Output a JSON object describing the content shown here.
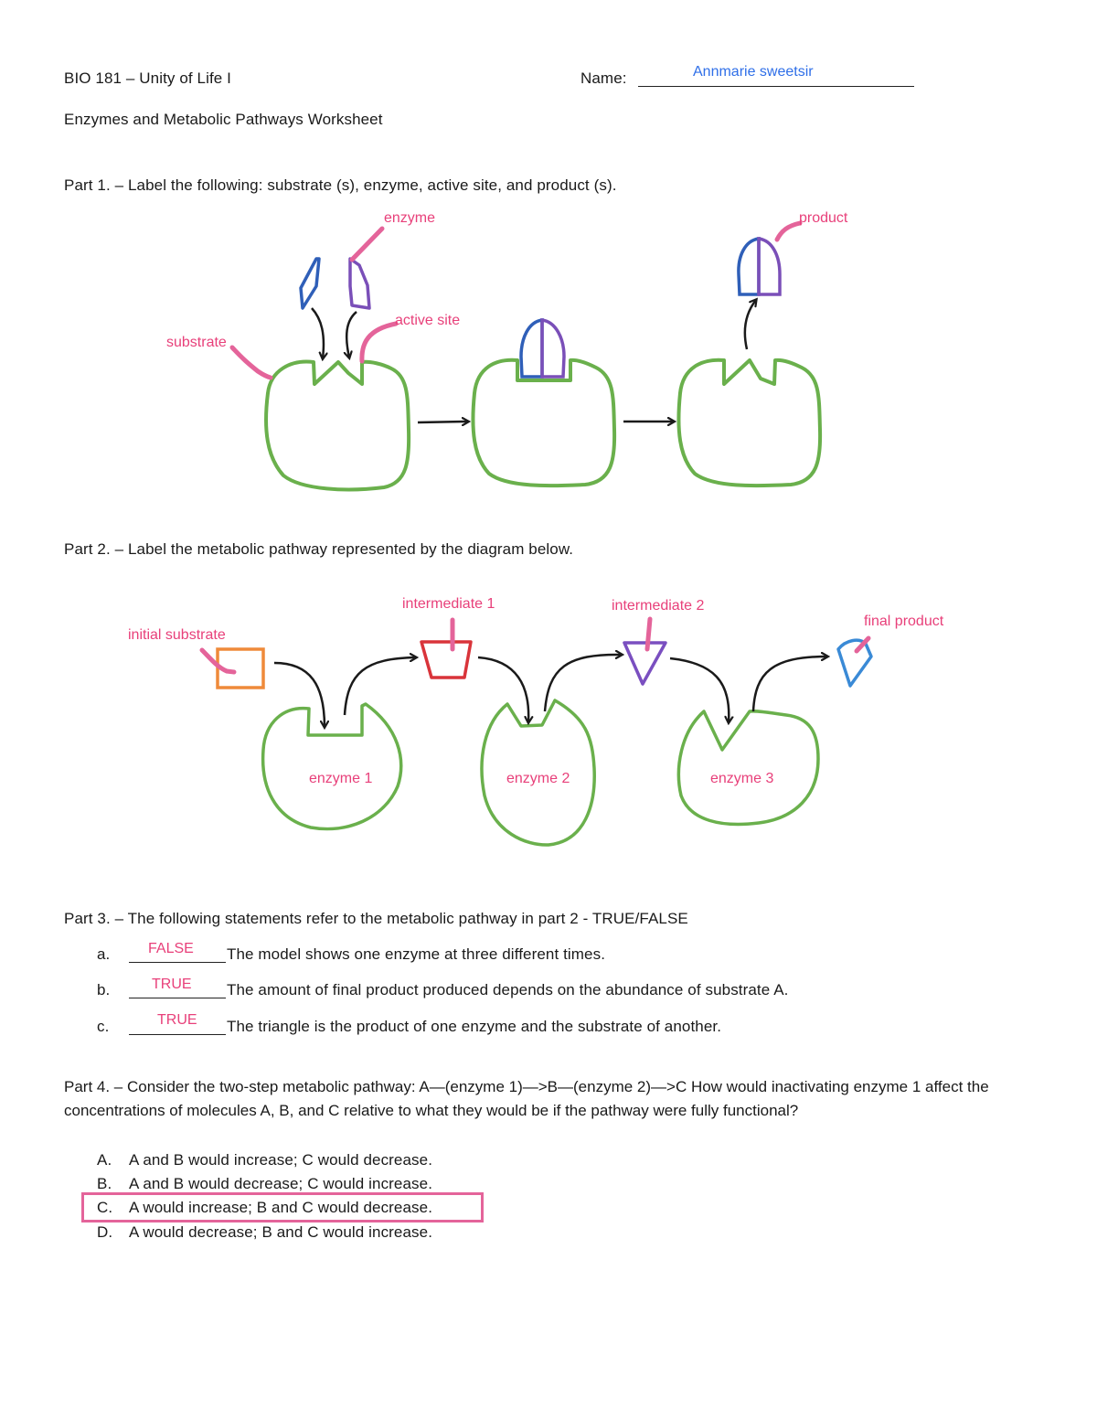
{
  "header": {
    "course": "BIO 181 – Unity of Life I",
    "name_label": "Name:",
    "name_value": "Annmarie sweetsir",
    "worksheet_title": "Enzymes and Metabolic Pathways Worksheet"
  },
  "part1": {
    "prompt": "Part 1. – Label the following: substrate (s), enzyme, active site, and product (s).",
    "labels": {
      "enzyme": "enzyme",
      "active_site": "active site",
      "substrate": "substrate",
      "product": "product"
    }
  },
  "part2": {
    "prompt": "Part 2. – Label the metabolic pathway represented by the diagram below.",
    "labels": {
      "initial_substrate": "initial substrate",
      "intermediate_1": "intermediate 1",
      "intermediate_2": "intermediate 2",
      "final_product": "final product",
      "enzyme_1": "enzyme 1",
      "enzyme_2": "enzyme 2",
      "enzyme_3": "enzyme 3"
    }
  },
  "part3": {
    "prompt": "Part 3. – The following statements refer to the metabolic pathway in part 2 - TRUE/FALSE",
    "items": [
      {
        "letter": "a.",
        "answer": "FALSE",
        "statement": "The model shows one enzyme at three different times."
      },
      {
        "letter": "b.",
        "answer": "TRUE",
        "statement": "The amount of final product produced depends on the abundance of substrate A."
      },
      {
        "letter": "c.",
        "answer": "TRUE",
        "statement": "The triangle is the product of one enzyme and the substrate of another."
      }
    ]
  },
  "part4": {
    "prompt": "Part 4. – Consider the two-step metabolic pathway: A—(enzyme 1)—>B—(enzyme 2)—>C How would inactivating enzyme 1 affect the concentrations of molecules A, B, and C relative to what they would be if the pathway were fully functional?",
    "options": [
      {
        "letter": "A.",
        "text": "A and B would increase; C would decrease."
      },
      {
        "letter": "B.",
        "text": "A and B would decrease; C would increase."
      },
      {
        "letter": "C.",
        "text": "A would increase; B and C would decrease."
      },
      {
        "letter": "D.",
        "text": "A would decrease; B and C would increase."
      }
    ],
    "selected": "C."
  },
  "colors": {
    "annotation_pink": "#e8407a",
    "name_blue": "#2f6fe8",
    "enzyme_green": "#6ab04c",
    "substrate_blue": "#2f5fb8",
    "substrate_purple": "#7a4fb8",
    "initial_orange": "#ef8a3a",
    "intermediate1_red": "#d9343a",
    "intermediate2_purple": "#7a4fc0",
    "final_blue": "#3a8ad6",
    "arrow_black": "#1a1a1a"
  }
}
